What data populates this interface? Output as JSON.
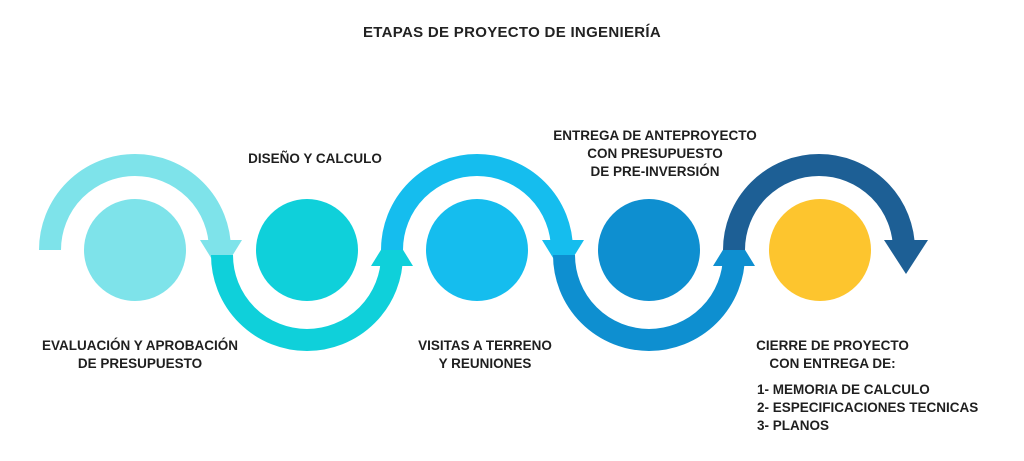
{
  "title": "ETAPAS DE PROYECTO DE INGENIERÍA",
  "colors": {
    "stage1": "#7ee3ea",
    "stage2": "#0fd0da",
    "stage3": "#15bdee",
    "stage4": "#0e8fd0",
    "stage5": "#1d5f95",
    "final_circle": "#fdc52e"
  },
  "stages": [
    {
      "lines": [
        "EVALUACIÓN Y APROBACIÓN",
        "DE PRESUPUESTO"
      ]
    },
    {
      "lines": [
        "DISEÑO Y CALCULO"
      ]
    },
    {
      "lines": [
        "VISITAS A TERRENO",
        "Y REUNIONES"
      ]
    },
    {
      "lines": [
        "ENTREGA DE ANTEPROYECTO",
        "CON PRESUPUESTO",
        "DE PRE-INVERSIÓN"
      ]
    },
    {
      "lines": [
        "CIERRE DE PROYECTO",
        "CON ENTREGA DE:"
      ],
      "list": [
        "1- MEMORIA DE CALCULO",
        "2- ESPECIFICACIONES TECNICAS",
        "3- PLANOS"
      ]
    }
  ]
}
